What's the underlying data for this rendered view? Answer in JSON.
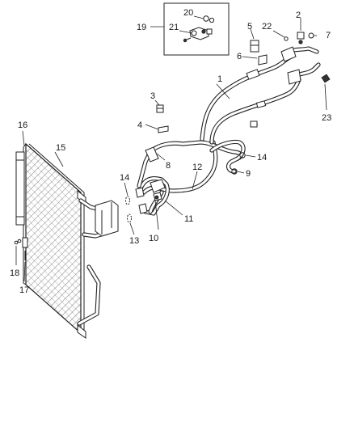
{
  "callouts": [
    {
      "id": "1",
      "text": "1"
    },
    {
      "id": "2",
      "text": "2"
    },
    {
      "id": "3",
      "text": "3"
    },
    {
      "id": "4",
      "text": "4"
    },
    {
      "id": "5",
      "text": "5"
    },
    {
      "id": "6",
      "text": "6"
    },
    {
      "id": "7",
      "text": "7"
    },
    {
      "id": "8",
      "text": "8"
    },
    {
      "id": "9",
      "text": "9"
    },
    {
      "id": "10",
      "text": "10"
    },
    {
      "id": "11",
      "text": "11"
    },
    {
      "id": "12",
      "text": "12"
    },
    {
      "id": "13",
      "text": "13"
    },
    {
      "id": "14a",
      "text": "14"
    },
    {
      "id": "14b",
      "text": "14"
    },
    {
      "id": "15",
      "text": "15"
    },
    {
      "id": "16",
      "text": "16"
    },
    {
      "id": "17",
      "text": "17"
    },
    {
      "id": "18",
      "text": "18"
    },
    {
      "id": "19",
      "text": "19"
    },
    {
      "id": "20",
      "text": "20"
    },
    {
      "id": "21",
      "text": "21"
    },
    {
      "id": "22",
      "text": "22"
    },
    {
      "id": "23",
      "text": "23"
    }
  ]
}
